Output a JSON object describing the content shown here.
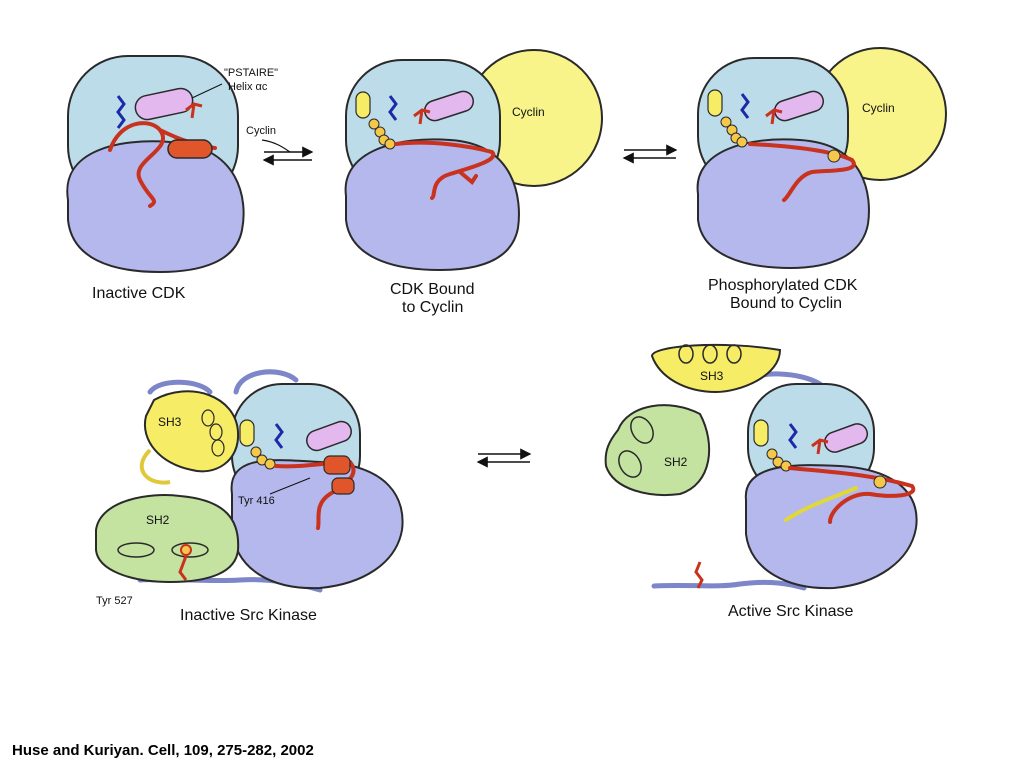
{
  "panels": {
    "inactive_cdk": {
      "caption": "Inactive CDK",
      "helix_label_line1": "\"PSTAIRE\"",
      "helix_label_line2": "Helix αc"
    },
    "arrow_1": {
      "label": "Cyclin"
    },
    "cdk_bound": {
      "caption_line1": "CDK Bound",
      "caption_line2": "to Cyclin",
      "cyclin_label": "Cyclin"
    },
    "phos_cdk": {
      "caption_line1": "Phosphorylated CDK",
      "caption_line2": "Bound to Cyclin",
      "cyclin_label": "Cyclin"
    },
    "inactive_src": {
      "caption": "Inactive Src Kinase",
      "sh3_label": "SH3",
      "sh2_label": "SH2",
      "tyr416_label": "Tyr 416",
      "tyr527_label": "Tyr 527"
    },
    "active_src": {
      "caption": "Active Src Kinase",
      "sh3_label": "SH3",
      "sh2_label": "SH2"
    }
  },
  "citation": "Huse and Kuriyan. Cell, 109, 275-282, 2002",
  "colors": {
    "n_lobe": "#bcdcea",
    "c_lobe": "#b4b8ec",
    "cyclin": "#f8f48a",
    "sh3": "#f6ec66",
    "sh2": "#c4e2a0",
    "loop": "#c8321e",
    "helix": "#e2b8ee"
  }
}
